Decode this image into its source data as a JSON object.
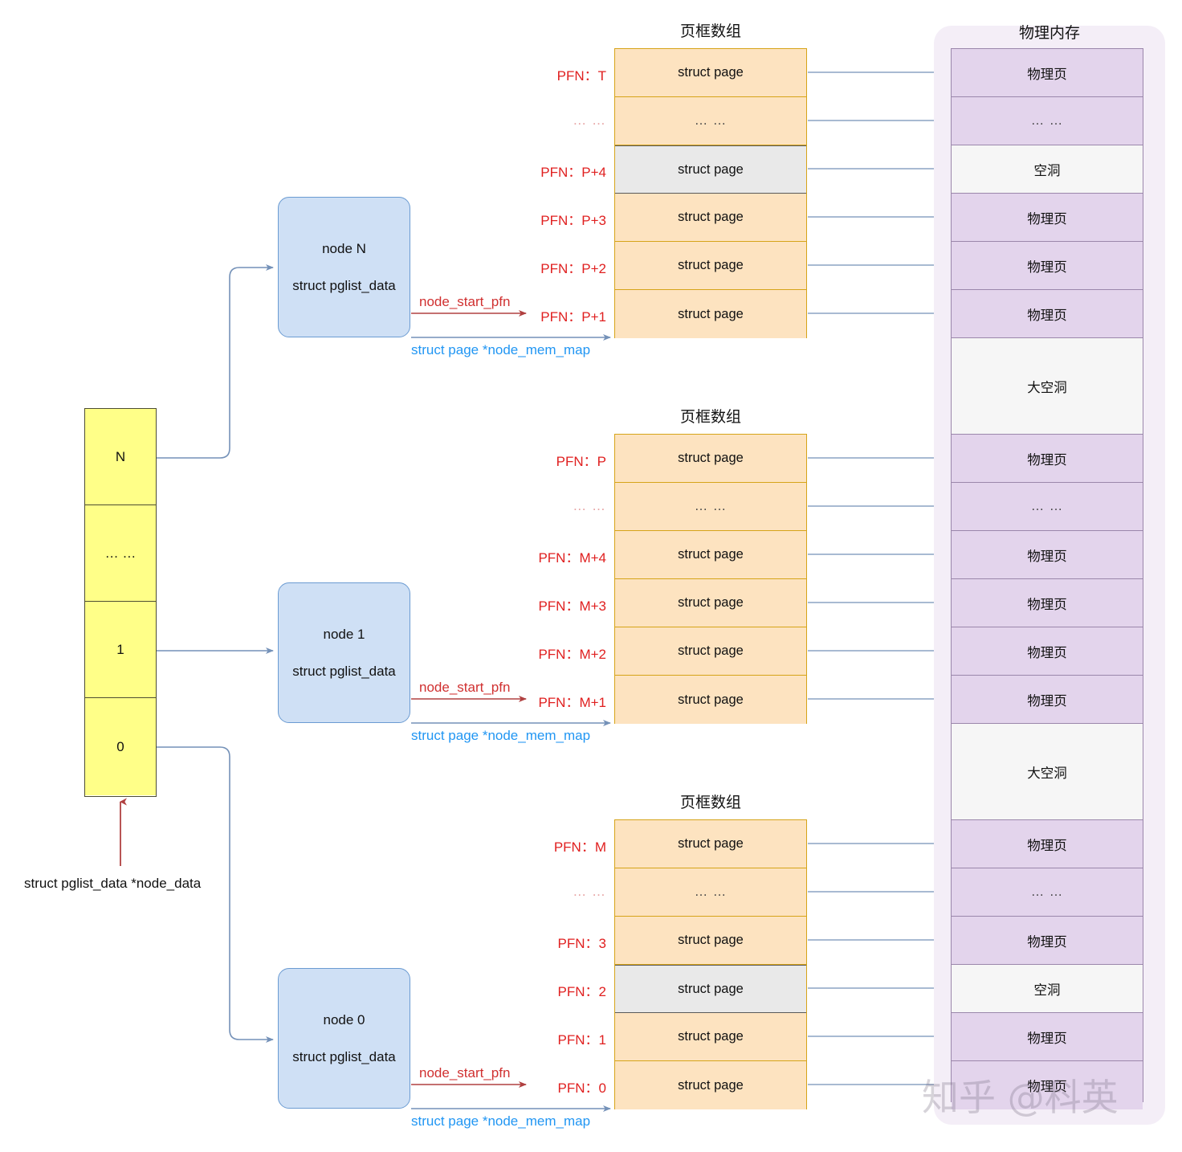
{
  "watermark": "知乎 @科英",
  "node_data_array": {
    "pointer_label": "struct pglist_data *node_data",
    "cells": [
      {
        "label": "N"
      },
      {
        "label": "… …"
      },
      {
        "label": "1"
      },
      {
        "label": "0"
      }
    ]
  },
  "nodes": [
    {
      "name": "node N",
      "struct": "struct pglist_data",
      "node_start_pfn_label": "node_start_pfn",
      "node_mem_map_label": "struct page *node_mem_map"
    },
    {
      "name": "node 1",
      "struct": "struct pglist_data",
      "node_start_pfn_label": "node_start_pfn",
      "node_mem_map_label": "struct page *node_mem_map"
    },
    {
      "name": "node 0",
      "struct": "struct pglist_data",
      "node_start_pfn_label": "node_start_pfn",
      "node_mem_map_label": "struct page *node_mem_map"
    }
  ],
  "page_frame_arrays": [
    {
      "title": "页框数组",
      "rows": [
        {
          "pfn": "PFN：T",
          "text": "struct page",
          "kind": "page"
        },
        {
          "pfn": "… …",
          "text": "… …",
          "kind": "dots"
        },
        {
          "pfn": "PFN：P+4",
          "text": "struct page",
          "kind": "hole"
        },
        {
          "pfn": "PFN：P+3",
          "text": "struct page",
          "kind": "page"
        },
        {
          "pfn": "PFN：P+2",
          "text": "struct page",
          "kind": "page"
        },
        {
          "pfn": "PFN：P+1",
          "text": "struct page",
          "kind": "page"
        }
      ]
    },
    {
      "title": "页框数组",
      "rows": [
        {
          "pfn": "PFN：P",
          "text": "struct page",
          "kind": "page"
        },
        {
          "pfn": "… …",
          "text": "… …",
          "kind": "dots"
        },
        {
          "pfn": "PFN：M+4",
          "text": "struct page",
          "kind": "page"
        },
        {
          "pfn": "PFN：M+3",
          "text": "struct page",
          "kind": "page"
        },
        {
          "pfn": "PFN：M+2",
          "text": "struct page",
          "kind": "page"
        },
        {
          "pfn": "PFN：M+1",
          "text": "struct page",
          "kind": "page"
        }
      ]
    },
    {
      "title": "页框数组",
      "rows": [
        {
          "pfn": "PFN：M",
          "text": "struct page",
          "kind": "page"
        },
        {
          "pfn": "… …",
          "text": "… …",
          "kind": "dots"
        },
        {
          "pfn": "PFN：3",
          "text": "struct page",
          "kind": "page"
        },
        {
          "pfn": "PFN：2",
          "text": "struct page",
          "kind": "hole"
        },
        {
          "pfn": "PFN：1",
          "text": "struct page",
          "kind": "page"
        },
        {
          "pfn": "PFN：0",
          "text": "struct page",
          "kind": "page"
        }
      ]
    }
  ],
  "physical_memory": {
    "title": "物理内存",
    "rows": [
      {
        "text": "物理页",
        "kind": "page"
      },
      {
        "text": "… …",
        "kind": "dots"
      },
      {
        "text": "空洞",
        "kind": "hole"
      },
      {
        "text": "物理页",
        "kind": "page"
      },
      {
        "text": "物理页",
        "kind": "page"
      },
      {
        "text": "物理页",
        "kind": "page"
      },
      {
        "text": "大空洞",
        "kind": "bighole"
      },
      {
        "text": "物理页",
        "kind": "page"
      },
      {
        "text": "… …",
        "kind": "dots"
      },
      {
        "text": "物理页",
        "kind": "page"
      },
      {
        "text": "物理页",
        "kind": "page"
      },
      {
        "text": "物理页",
        "kind": "page"
      },
      {
        "text": "物理页",
        "kind": "page"
      },
      {
        "text": "大空洞",
        "kind": "bighole"
      },
      {
        "text": "物理页",
        "kind": "page"
      },
      {
        "text": "… …",
        "kind": "dots"
      },
      {
        "text": "物理页",
        "kind": "page"
      },
      {
        "text": "空洞",
        "kind": "hole"
      },
      {
        "text": "物理页",
        "kind": "page"
      },
      {
        "text": "物理页",
        "kind": "page"
      }
    ]
  },
  "colors": {
    "node_array_fill": "#ffff88",
    "pglist_fill": "#cfe0f5",
    "page_frame_fill": "#fde3c0",
    "page_frame_border": "#d6a419",
    "hole_fill": "#e9e9e9",
    "physical_fill": "#e3d4ec",
    "physical_panel": "#f4eef7",
    "pfn_red": "#e02020",
    "node_start_pfn_red": "#d03030",
    "node_mem_map_blue": "#2196f3",
    "connector_blue": "#7491b8"
  }
}
